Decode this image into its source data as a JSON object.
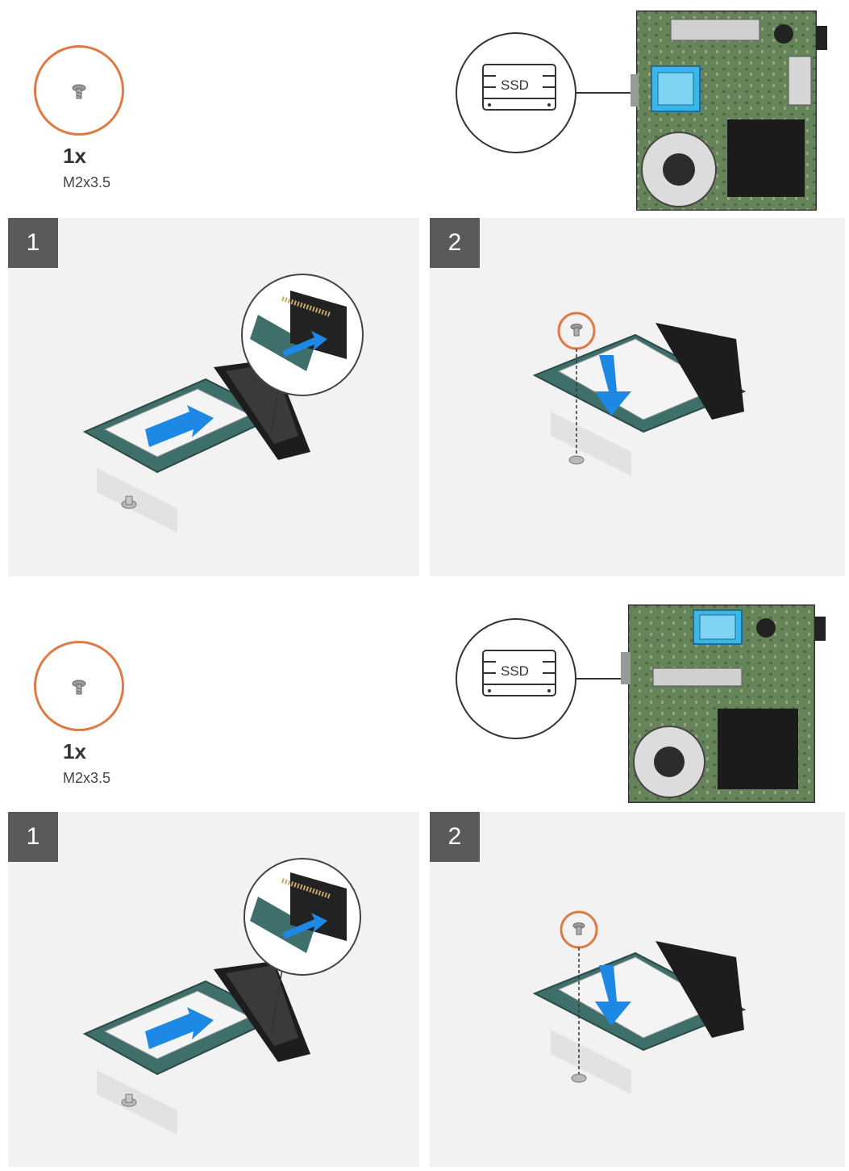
{
  "sections": [
    {
      "screw": {
        "quantity": "1x",
        "spec": "M2x3.5"
      },
      "callout": {
        "label": "SSD"
      },
      "steps": [
        {
          "number": "1"
        },
        {
          "number": "2"
        }
      ]
    },
    {
      "screw": {
        "quantity": "1x",
        "spec": "M2x3.5"
      },
      "callout": {
        "label": "SSD"
      },
      "steps": [
        {
          "number": "1"
        },
        {
          "number": "2"
        }
      ]
    }
  ],
  "colors": {
    "screw_ring": "#e07a45",
    "arrow": "#1e88e5",
    "highlight": "#3ab6e8",
    "step_badge": "#5a5a5a",
    "panel_bg": "#f2f2f2"
  },
  "icons": [
    "screw-icon",
    "ssd-icon",
    "insert-arrow-icon",
    "connector-zoom-icon"
  ]
}
